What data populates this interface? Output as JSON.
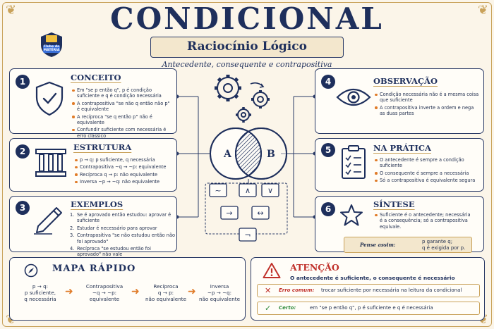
{
  "header": {
    "title": "CONDICIONAL",
    "subtitle_banner": "Raciocínio Lógico",
    "tagline": "Antecedente, consequente e contrapositiva",
    "logo_text": "Clube do MATÉRIA"
  },
  "conceito": {
    "number": "1",
    "title": "CONCEITO",
    "items": [
      "Em \"se p então q\", p é condição suficiente e q é condição necessária",
      "A contrapositiva \"se não q então não p\" é equivalente",
      "A recíproca \"se q então p\" não é equivalente",
      "Confundir suficiente com necessária é erro clássico"
    ]
  },
  "estrutura": {
    "number": "2",
    "title": "ESTRUTURA",
    "items": [
      "p → q: p suficiente, q necessária",
      "Contrapositiva ~q → ~p: equivalente",
      "Recíproca q → p: não equivalente",
      "Inversa ~p → ~q: não equivalente"
    ]
  },
  "exemplos": {
    "number": "3",
    "title": "EXEMPLOS",
    "items": [
      {
        "n": "1.",
        "text": "Se é aprovado então estudou: aprovar é suficiente"
      },
      {
        "n": "2.",
        "text": "Estudar é necessário para aprovar"
      },
      {
        "n": "3.",
        "text": "Contrapositiva \"se não estudou então não foi aprovado\""
      },
      {
        "n": "4.",
        "text": "Recíproca \"se estudou então foi aprovado\" não vale"
      }
    ]
  },
  "observacao": {
    "number": "4",
    "title": "OBSERVAÇÃO",
    "items": [
      "Condição necessária não é a mesma coisa que suficiente",
      "A contrapositiva inverte a ordem e nega as duas partes"
    ]
  },
  "pratica": {
    "number": "5",
    "title": "NA PRÁTICA",
    "items": [
      "O antecedente é sempre a condição suficiente",
      "O consequente é sempre a necessária",
      "Só a contrapositiva é equivalente segura"
    ]
  },
  "sintese": {
    "number": "6",
    "title": "SÍNTESE",
    "items": [
      "Suficiente é o antecedente; necessária é a consequência; só a contrapositiva equivale."
    ],
    "think_label": "Pense assim:",
    "think_line1": "p garante q;",
    "think_line2": "q é exigida por p."
  },
  "center": {
    "venn_left": "A",
    "venn_right": "B",
    "ops": [
      "~",
      "∧",
      "∨",
      "→",
      "↔",
      "¬"
    ]
  },
  "mapa": {
    "title": "MAPA RÁPIDO",
    "items": [
      {
        "line1": "p → q:",
        "line2": "p suficiente,",
        "line3": "q necessária"
      },
      {
        "line1": "Contrapositiva",
        "line2": "~q → ~p:",
        "line3": "equivalente"
      },
      {
        "line1": "Recíproca",
        "line2": "q → p:",
        "line3": "não equivalente"
      },
      {
        "line1": "Inversa",
        "line2": "~p → ~q:",
        "line3": "não equivalente"
      }
    ]
  },
  "atencao": {
    "title": "ATENÇÃO",
    "text": "O antecedente é suficiente, o consequente é necessário",
    "wrong_label": "Erro comum:",
    "wrong_text": "trocar suficiente por necessária na leitura da condicional",
    "right_label": "Certo:",
    "right_text": "em \"se p então q\", p é suficiente e q é necessária"
  },
  "colors": {
    "navy": "#1e2f5c",
    "gold": "#c9a25a",
    "orange": "#e07b28",
    "red": "#c0302a",
    "green": "#2f8a3c",
    "cream": "#fbf5e9"
  }
}
